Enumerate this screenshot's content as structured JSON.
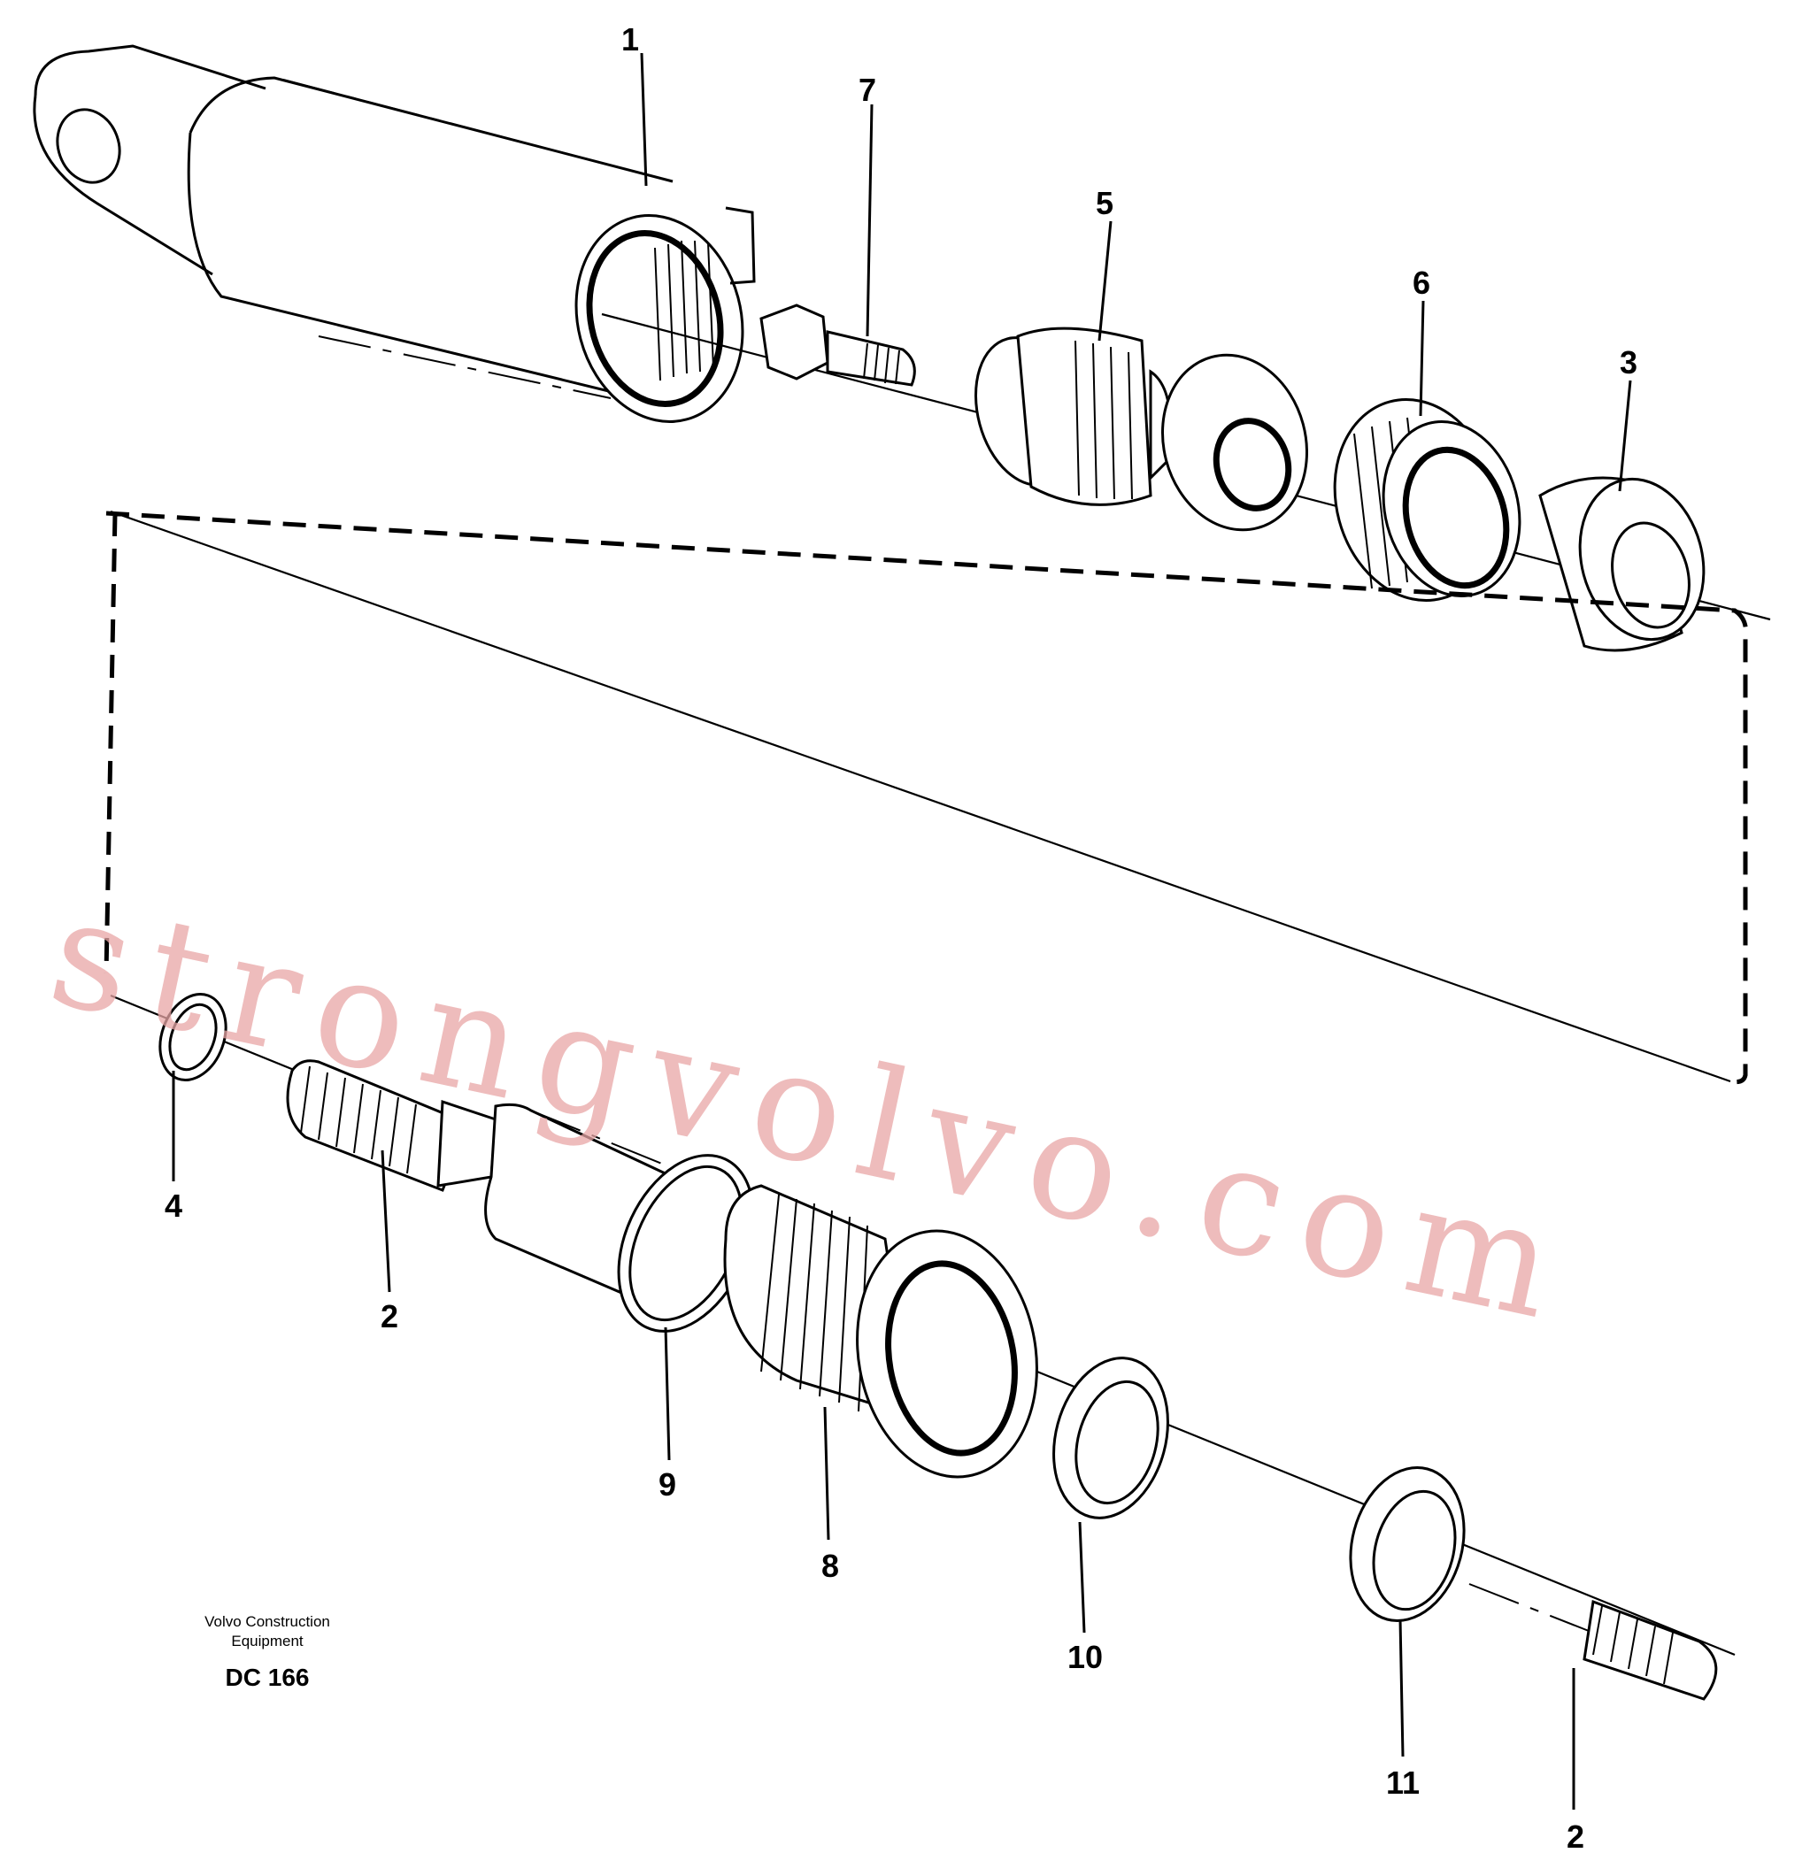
{
  "diagram": {
    "callouts": [
      {
        "id": "1",
        "label": "1"
      },
      {
        "id": "7",
        "label": "7"
      },
      {
        "id": "5",
        "label": "5"
      },
      {
        "id": "6",
        "label": "6"
      },
      {
        "id": "3",
        "label": "3"
      },
      {
        "id": "4",
        "label": "4"
      },
      {
        "id": "2a",
        "label": "2"
      },
      {
        "id": "9",
        "label": "9"
      },
      {
        "id": "8",
        "label": "8"
      },
      {
        "id": "10",
        "label": "10"
      },
      {
        "id": "11",
        "label": "11"
      },
      {
        "id": "2b",
        "label": "2"
      }
    ],
    "watermark": "strongvolvo.com",
    "caption": {
      "line1": "Volvo Construction",
      "line2": "Equipment",
      "code": "DC 166"
    }
  }
}
